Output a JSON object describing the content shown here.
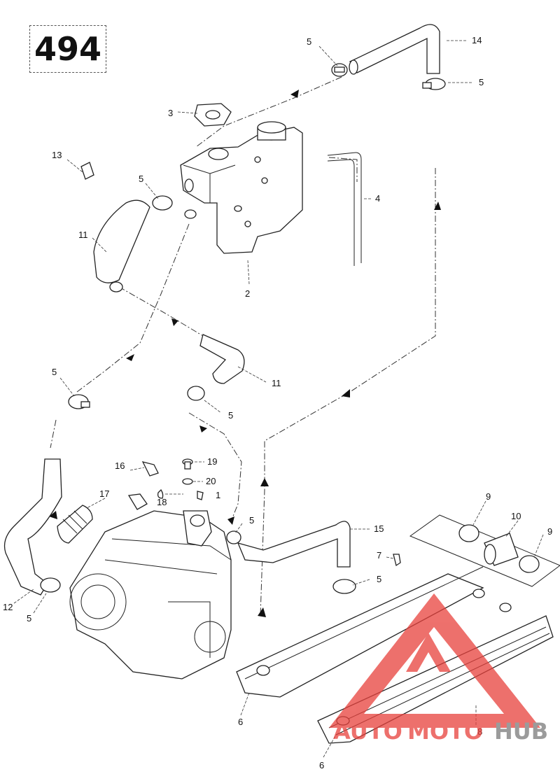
{
  "page_number": "494",
  "callouts": {
    "c1": "1",
    "c2": "2",
    "c3": "3",
    "c4": "4",
    "c5a": "5",
    "c5b": "5",
    "c5c": "5",
    "c5d": "5",
    "c5e": "5",
    "c5f": "5",
    "c5g": "5",
    "c5h": "5",
    "c6a": "6",
    "c6b": "6",
    "c7": "7",
    "c8": "8",
    "c9a": "9",
    "c9b": "9",
    "c10": "10",
    "c11a": "11",
    "c11b": "11",
    "c12": "12",
    "c13": "13",
    "c14": "14",
    "c15": "15",
    "c16": "16",
    "c17": "17",
    "c18": "18",
    "c19": "19",
    "c20": "20"
  },
  "watermark": {
    "brand_part1": "AUTO",
    "brand_part2": "MOTO",
    "brand_part3": "HUB",
    "color_red": "#e8413c",
    "color_gray": "#7a7a7a"
  }
}
